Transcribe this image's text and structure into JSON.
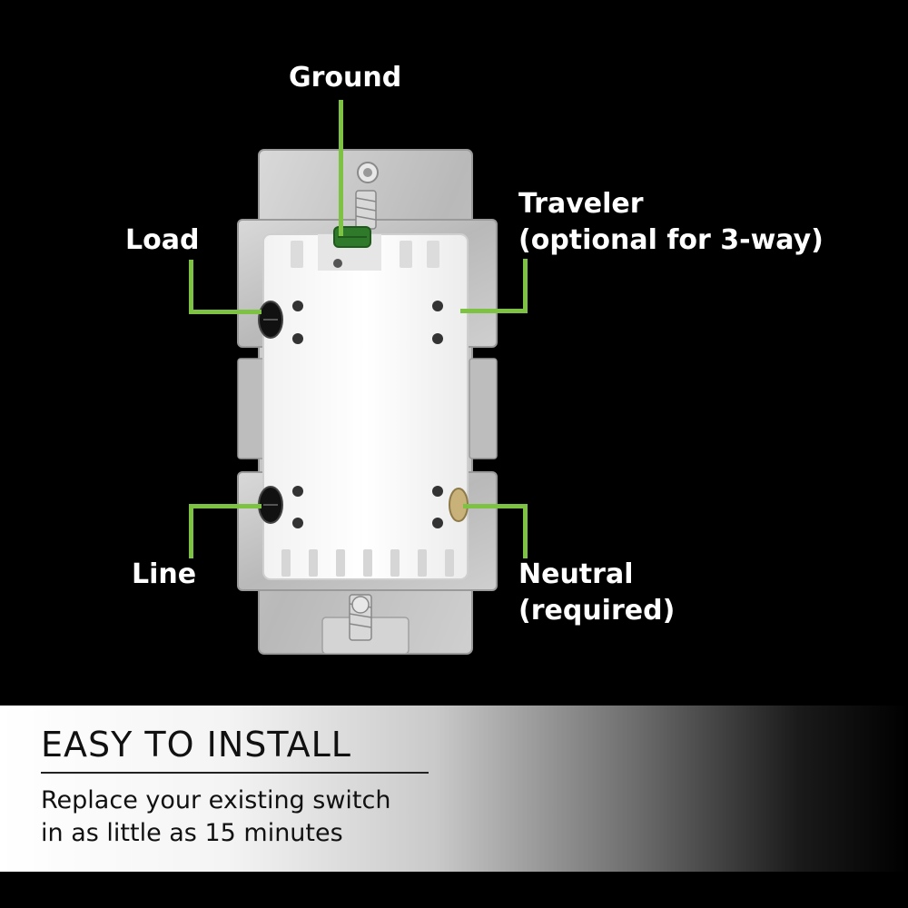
{
  "labels": {
    "ground": "Ground",
    "load": "Load",
    "traveler_line1": "Traveler",
    "traveler_line2": "(optional for 3-way)",
    "line": "Line",
    "neutral_line1": "Neutral",
    "neutral_line2": "(required)"
  },
  "banner": {
    "title": "EASY TO INSTALL",
    "subtitle_line1": "Replace your existing switch",
    "subtitle_line2": "in as little as 15 minutes"
  },
  "colors": {
    "background": "#000000",
    "lead_line": "#7dc243",
    "switch_body": "#ffffff",
    "mounting_plate": "#c8c8c8"
  },
  "icons": {
    "ground_screw": "green-ground-screw-icon",
    "terminal_screw": "black-terminal-screw-icon",
    "brass_screw": "brass-terminal-screw-icon",
    "mounting_screw": "mounting-screw-icon"
  }
}
